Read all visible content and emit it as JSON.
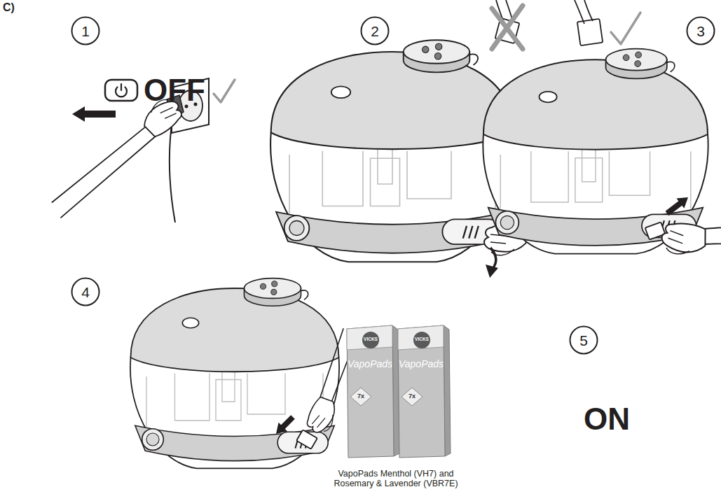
{
  "diagram": {
    "nodes": [
      {
        "text": [
          "1"
        ]
      },
      {
        "text": [
          "2"
        ]
      },
      {
        "text": [
          "3"
        ]
      },
      {
        "text": [
          "4"
        ]
      },
      {
        "text": [
          "5"
        ]
      }
    ],
    "labels": [
      "C)",
      "OFF",
      "ON",
      "VICKS",
      "VapoPads",
      "7x",
      "VICKS",
      "VapoPads",
      "7x",
      "VapoPads Menthol (VH7) and Rosemary & Lavender (VBR7E)"
    ]
  }
}
